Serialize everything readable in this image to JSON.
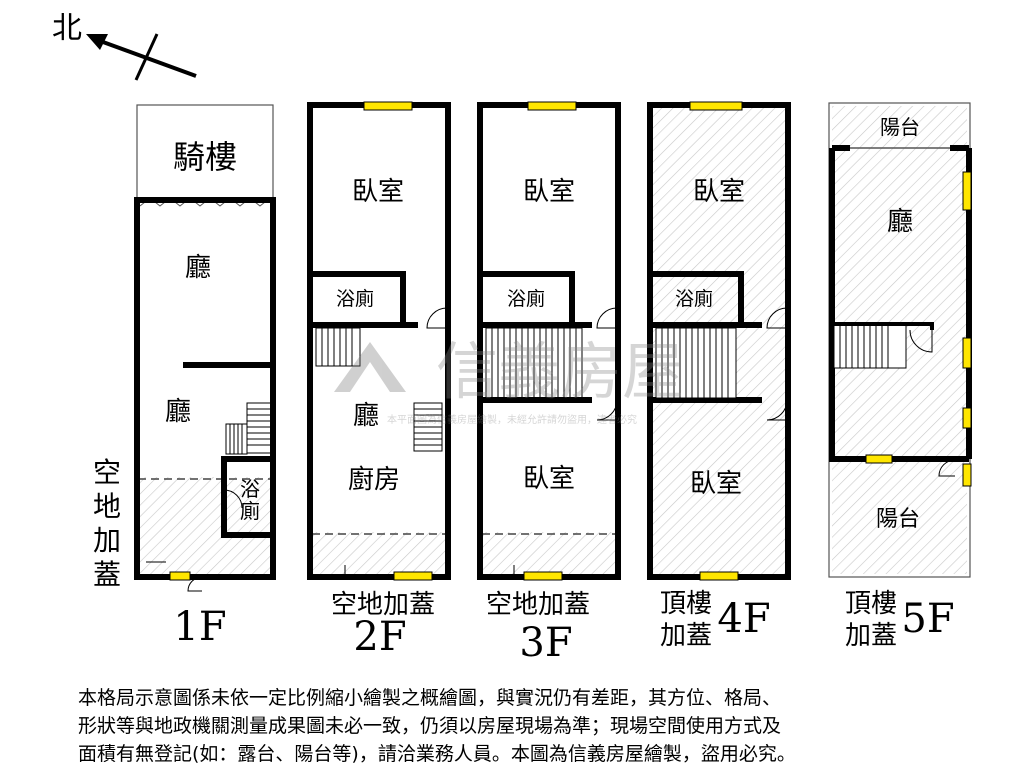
{
  "north": {
    "label": "北"
  },
  "watermark": {
    "brand": "信義房屋",
    "notice": "本平面圖為信義房屋繪製，未經允許請勿盜用，違者必究"
  },
  "floor1": {
    "arcade": "騎樓",
    "hall_upper": "廳",
    "hall_lower": "廳",
    "bath": [
      "浴",
      "廁"
    ],
    "extension": [
      "空",
      "地",
      "加",
      "蓋"
    ],
    "floor_label": "1F"
  },
  "floor2": {
    "bedroom": "臥室",
    "bath": "浴廁",
    "hall": "廳",
    "kitchen": "廚房",
    "extension": "空地加蓋",
    "floor_label": "2F"
  },
  "floor3": {
    "bedroom_front": "臥室",
    "bath": "浴廁",
    "bedroom_back": "臥室",
    "extension": "空地加蓋",
    "floor_label": "3F"
  },
  "floor4": {
    "bedroom_front": "臥室",
    "bath": "浴廁",
    "bedroom_back": "臥室",
    "extension_lines": [
      "頂樓",
      "加蓋"
    ],
    "floor_label": "4F"
  },
  "floor5": {
    "balcony_front": "陽台",
    "hall": "廳",
    "balcony_back": "陽台",
    "extension_lines": [
      "頂樓",
      "加蓋"
    ],
    "floor_label": "5F"
  },
  "disclaimer": [
    "本格局示意圖係未依一定比例縮小繪製之概繪圖，與實況仍有差距，其方位、格局、",
    "形狀等與地政機關測量成果圖未必一致，仍須以房屋現場為準；現場空間使用方式及",
    "面積有無登記(如：露台、陽台等)，請洽業務人員。本圖為信義房屋繪製，盜用必究。"
  ]
}
